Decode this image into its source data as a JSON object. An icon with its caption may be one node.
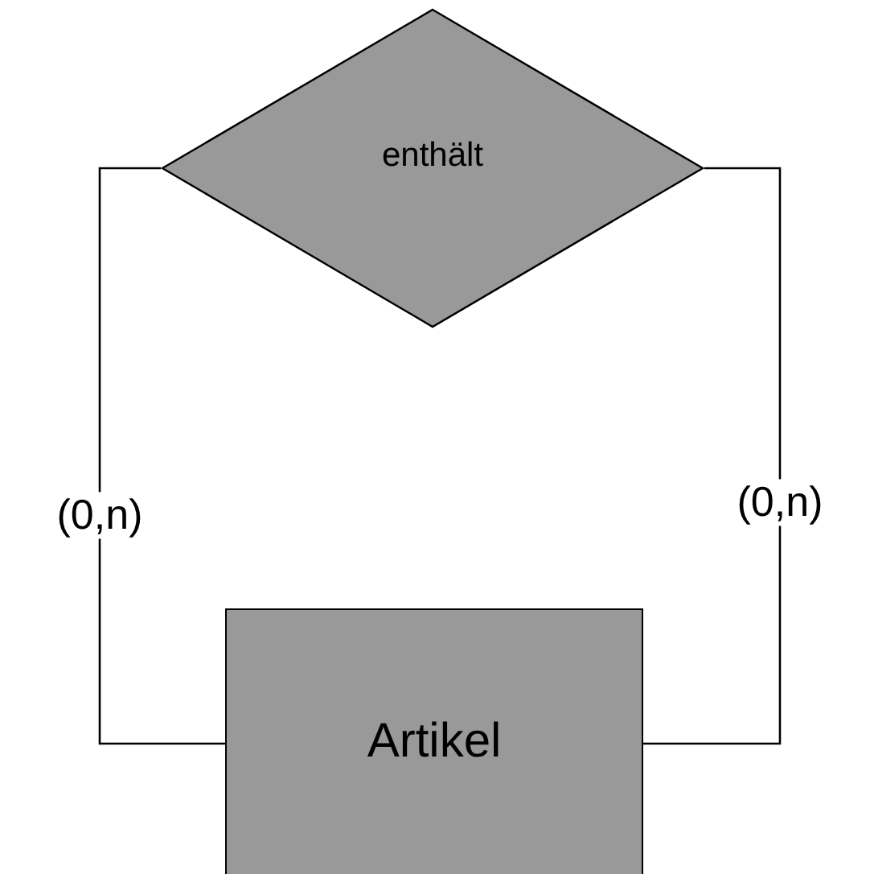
{
  "diagram": {
    "nodes": [
      {
        "text": [
          "enthält"
        ]
      },
      {
        "text": [
          "Artikel"
        ]
      }
    ],
    "edges": [
      {
        "from": 0,
        "to": 1,
        "arrow": "none",
        "label": "(0,n)"
      },
      {
        "from": 0,
        "to": 1,
        "arrow": "none",
        "label": "(0,n)"
      }
    ]
  }
}
